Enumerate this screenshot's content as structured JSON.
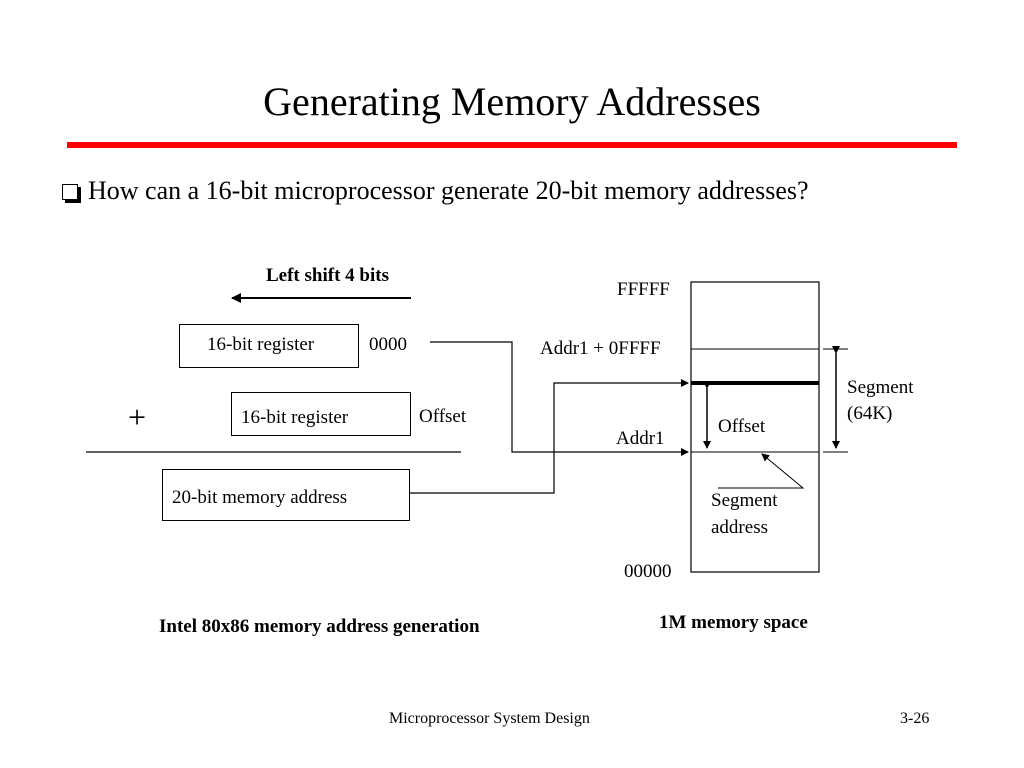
{
  "slide": {
    "title": "Generating Memory Addresses",
    "accent_color": "#ff0000",
    "bullet_icon": "hollow-square-bullet",
    "bullet_text": "How can a 16-bit microprocessor generate 20-bit memory addresses?"
  },
  "diagram": {
    "left_shift_label": "Left shift 4 bits",
    "register1_label": "16-bit register",
    "register1_suffix": "0000",
    "plus_sign": "+",
    "register2_label": "16-bit register",
    "register2_suffix": "Offset",
    "result_label": "20-bit memory address",
    "caption_left": "Intel 80x86 memory address generation",
    "memory": {
      "top_address": "FFFFF",
      "upper_bound": "Addr1 + 0FFFF",
      "segment_base": "Addr1",
      "bottom_address": "00000",
      "offset_label": "Offset",
      "segment_label": "Segment",
      "segment_size": "(64K)",
      "segment_address_line1": "Segment",
      "segment_address_line2": "address",
      "caption": "1M memory space"
    }
  },
  "footer": {
    "course": "Microprocessor System Design",
    "page": "3-26"
  }
}
